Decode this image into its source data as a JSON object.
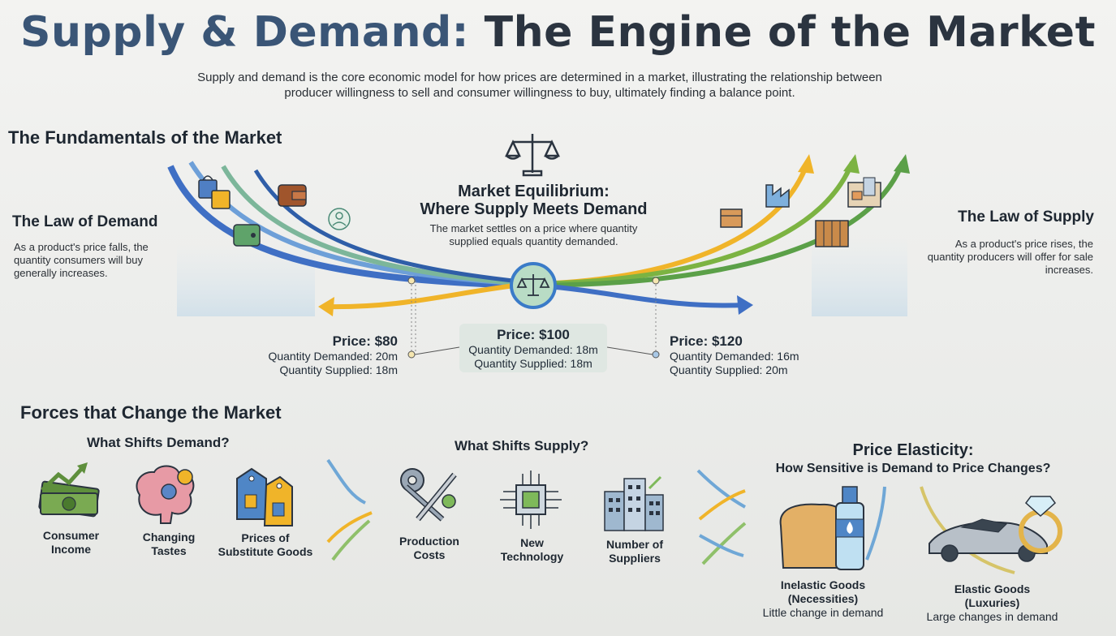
{
  "title": {
    "part1": "Supply & Demand:",
    "part2": "The Engine of the Market"
  },
  "subtitle": "Supply and demand is the core economic model for how prices are determined in a market, illustrating the relationship between producer willingness to sell and consumer willingness to buy, ultimately finding a balance point.",
  "fundamentals": {
    "heading": "The Fundamentals of the Market",
    "law_of_demand": {
      "title": "The Law of Demand",
      "text": "As a product's price falls, the quantity consumers will buy generally increases."
    },
    "law_of_supply": {
      "title": "The Law of Supply",
      "text": "As a product's price rises, the quantity producers will offer for sale increases."
    },
    "equilibrium": {
      "title": "Market Equilibrium:",
      "title2": "Where Supply Meets Demand",
      "text": "The market settles on a price where quantity supplied equals quantity demanded."
    },
    "price_points": [
      {
        "price": "Price: $80",
        "demanded": "Quantity Demanded: 20m",
        "supplied": "Quantity Supplied: 18m"
      },
      {
        "price": "Price: $100",
        "demanded": "Quantity Demanded: 18m",
        "supplied": "Quantity Supplied: 18m"
      },
      {
        "price": "Price: $120",
        "demanded": "Quantity Demanded: 16m",
        "supplied": "Quantity Supplied: 20m"
      }
    ]
  },
  "forces": {
    "heading": "Forces that Change the Market",
    "demand_heading": "What Shifts Demand?",
    "demand_items": [
      {
        "label": "Consumer Income",
        "icon": "money-growth-icon"
      },
      {
        "label": "Changing Tastes",
        "icon": "brain-gears-icon"
      },
      {
        "label": "Prices of Substitute Goods",
        "icon": "price-tags-icon"
      }
    ],
    "supply_heading": "What Shifts Supply?",
    "supply_items": [
      {
        "label": "Production Costs",
        "icon": "tools-gear-icon"
      },
      {
        "label": "New Technology",
        "icon": "microchip-icon"
      },
      {
        "label": "Number of Suppliers",
        "icon": "buildings-icon"
      }
    ],
    "elasticity": {
      "title": "Price Elasticity:",
      "subtitle": "How Sensitive is Demand to Price Changes?",
      "inelastic": {
        "label": "Inelastic Goods",
        "sub": "(Necessities)",
        "note": "Little change in demand"
      },
      "elastic": {
        "label": "Elastic Goods",
        "sub": "(Luxuries)",
        "note": "Large changes in demand"
      }
    }
  },
  "colors": {
    "title_blue": "#3a5576",
    "demand_blue": "#3f6fc4",
    "supply_green": "#7cb342",
    "accent_orange": "#f0b429",
    "teal": "#5aa9a0"
  }
}
